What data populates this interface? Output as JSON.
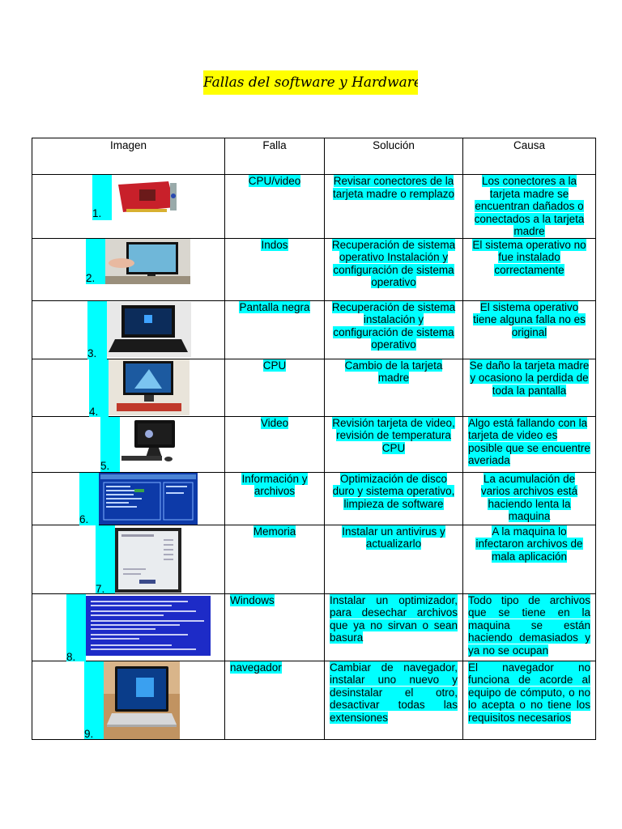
{
  "title": "Fallas del software y Hardware",
  "headers": {
    "imagen": "Imagen",
    "falla": "Falla",
    "solucion": "Solución",
    "causa": "Causa"
  },
  "rows": [
    {
      "num": "1.",
      "image": "graphics-card-photo",
      "falla": "CPU/video",
      "solucion": "Revisar conectores de la tarjeta madre o remplazo",
      "causa": "Los conectores a la tarjeta madre se encuentran dañados o conectados a la tarjeta madre"
    },
    {
      "num": "2.",
      "image": "monitor-touch-photo",
      "falla": "Indos",
      "solucion": "Recuperación de sistema operativo Instalación y configuración de sistema operativo",
      "causa": "El sistema operativo no fue instalado correctamente"
    },
    {
      "num": "3.",
      "image": "laptop-windows-photo",
      "falla": "Pantalla negra",
      "solucion": "Recuperación de sistema instalación y configuración de sistema operativo",
      "causa": "El sistema operativo tiene alguna falla no es original"
    },
    {
      "num": "4.",
      "image": "desktop-monitor-photo",
      "falla": "CPU",
      "solucion": "Cambio de la tarjeta madre",
      "causa": "Se daño la tarjeta madre y ocasiono la perdida de toda la pantalla"
    },
    {
      "num": "5.",
      "image": "all-in-one-photo",
      "falla": "Video",
      "solucion": "Revisión  tarjeta de video, revisión de temperatura CPU",
      "causa": "Algo está fallando con la tarjeta de video es posible que se encuentre averiada"
    },
    {
      "num": "6.",
      "image": "bios-screen-photo",
      "falla": "Información y archivos",
      "solucion": "Optimización de disco duro y sistema operativo, limpieza de software",
      "causa": "La acumulación de varios archivos está haciendo lenta la maquina"
    },
    {
      "num": "7.",
      "image": "memory-test-photo",
      "falla": "Memoria",
      "solucion": "Instalar un antivirus y actualizarlo",
      "causa": "A la maquina lo infectaron archivos de mala aplicación"
    },
    {
      "num": "8.",
      "image": "blue-screen-photo",
      "falla": "Windows",
      "solucion": "Instalar un optimizador, para desechar archivos que ya no sirvan o sean basura",
      "causa": "Todo tipo de archivos que se tiene en la maquina se están haciendo demasiados y ya no se ocupan"
    },
    {
      "num": "9.",
      "image": "laptop-windows10-photo",
      "falla": "navegador",
      "solucion": "Cambiar de navegador, instalar uno nuevo y desinstalar el otro, desactivar todas las extensiones",
      "causa": "El navegador no funciona de acorde al equipo de cómputo, o no lo acepta o no tiene los requisitos necesarios"
    }
  ]
}
